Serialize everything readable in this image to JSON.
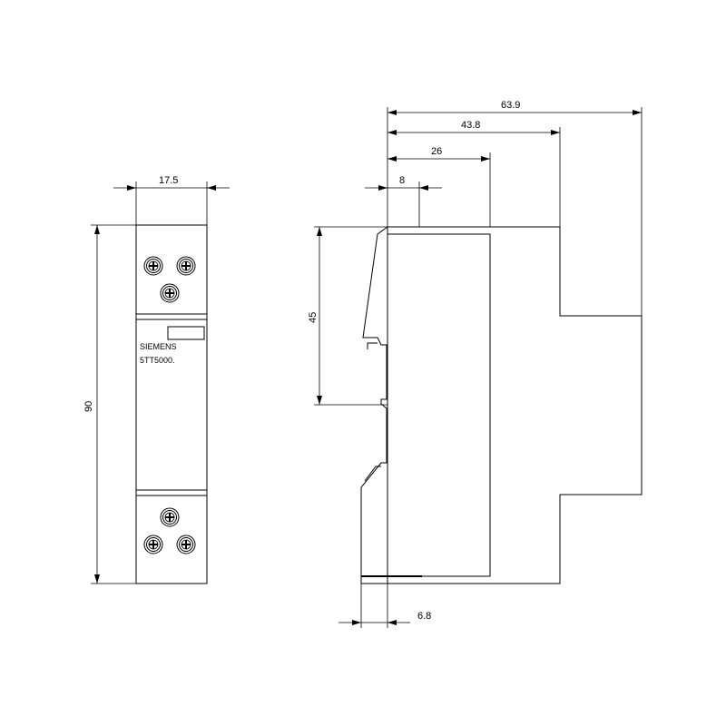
{
  "drawing": {
    "front_view": {
      "brand": "SIEMENS",
      "model": "5TT5000.",
      "dim_width": "17.5",
      "dim_height": "90"
    },
    "side_view": {
      "dim_depth_total": "63.9",
      "dim_depth_1": "43.8",
      "dim_depth_2": "26",
      "dim_depth_3": "8",
      "dim_height_half": "45",
      "dim_offset": "6.8"
    }
  }
}
